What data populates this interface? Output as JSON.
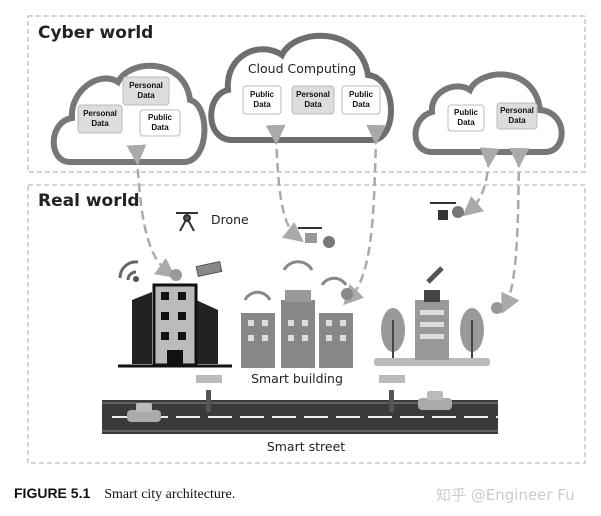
{
  "cyber_world": {
    "title": "Cyber world",
    "clouds": [
      {
        "items": [
          "Personal Data",
          "Personal Data",
          "Public Data"
        ]
      },
      {
        "title": "Cloud Computing",
        "items": [
          "Public Data",
          "Personal Data",
          "Public Data"
        ]
      },
      {
        "items": [
          "Public Data",
          "Personal Data"
        ]
      }
    ]
  },
  "real_world": {
    "title": "Real world",
    "drone_label": "Drone",
    "building_label": "Smart building",
    "street_label": "Smart street"
  },
  "caption": {
    "number": "FIGURE 5.1",
    "text": "Smart city architecture."
  },
  "watermark": "知乎 @Engineer Fu",
  "colors": {
    "arrow": "#aaaaaa",
    "road": "#3a3a3a",
    "cloud_outline": "#6e6e6e",
    "box_border": "#aaaaaa"
  }
}
